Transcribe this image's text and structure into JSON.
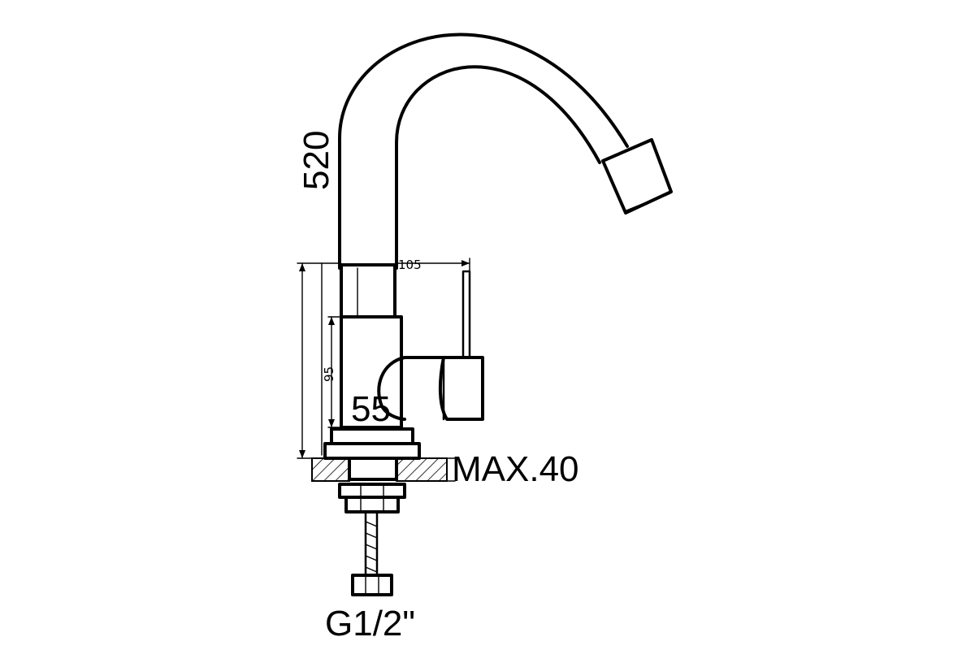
{
  "dimensions": {
    "total_height": "520",
    "spout_reach": "105",
    "body_height": "95",
    "body_diameter": "55",
    "max_countertop": "MAX.40",
    "inlet_thread": "G1/2\""
  }
}
